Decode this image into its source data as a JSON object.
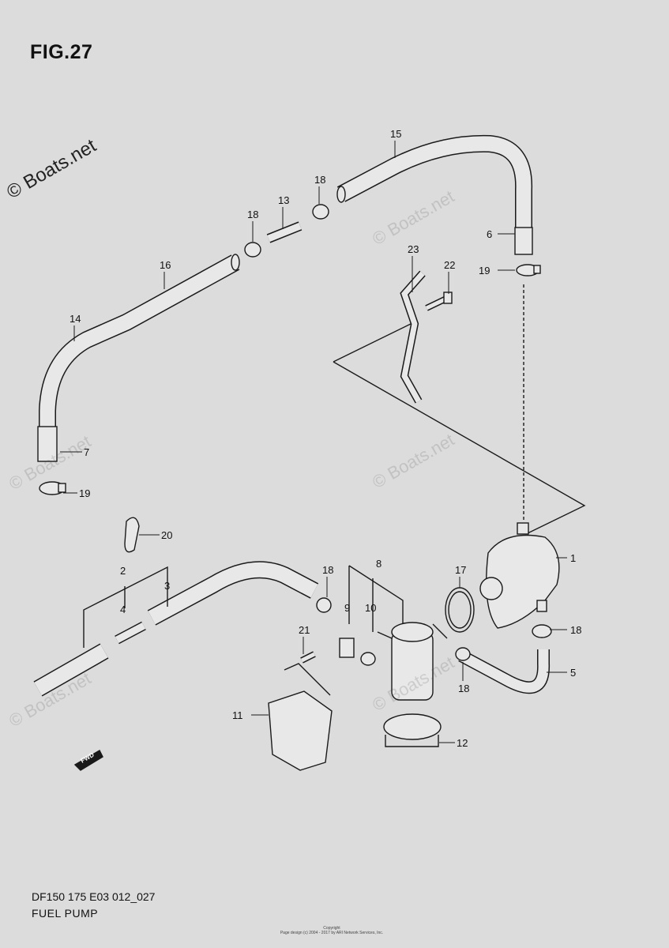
{
  "figure": {
    "title": "FIG.27"
  },
  "footer": {
    "model_code": "DF150 175 E03 012_027",
    "part_name": "FUEL PUMP",
    "copyright_line1": "Copyright",
    "copyright_line2": "Page design (c) 2004 - 2017 by ARI Network Services, Inc."
  },
  "watermark": {
    "text": "© Boats.net"
  },
  "direction_badge": "FWD",
  "callouts": [
    "1",
    "2",
    "3",
    "4",
    "5",
    "6",
    "7",
    "8",
    "9",
    "10",
    "11",
    "12",
    "13",
    "14",
    "15",
    "16",
    "17",
    "18",
    "18",
    "18",
    "18",
    "18",
    "19",
    "19",
    "20",
    "21",
    "22",
    "23"
  ]
}
